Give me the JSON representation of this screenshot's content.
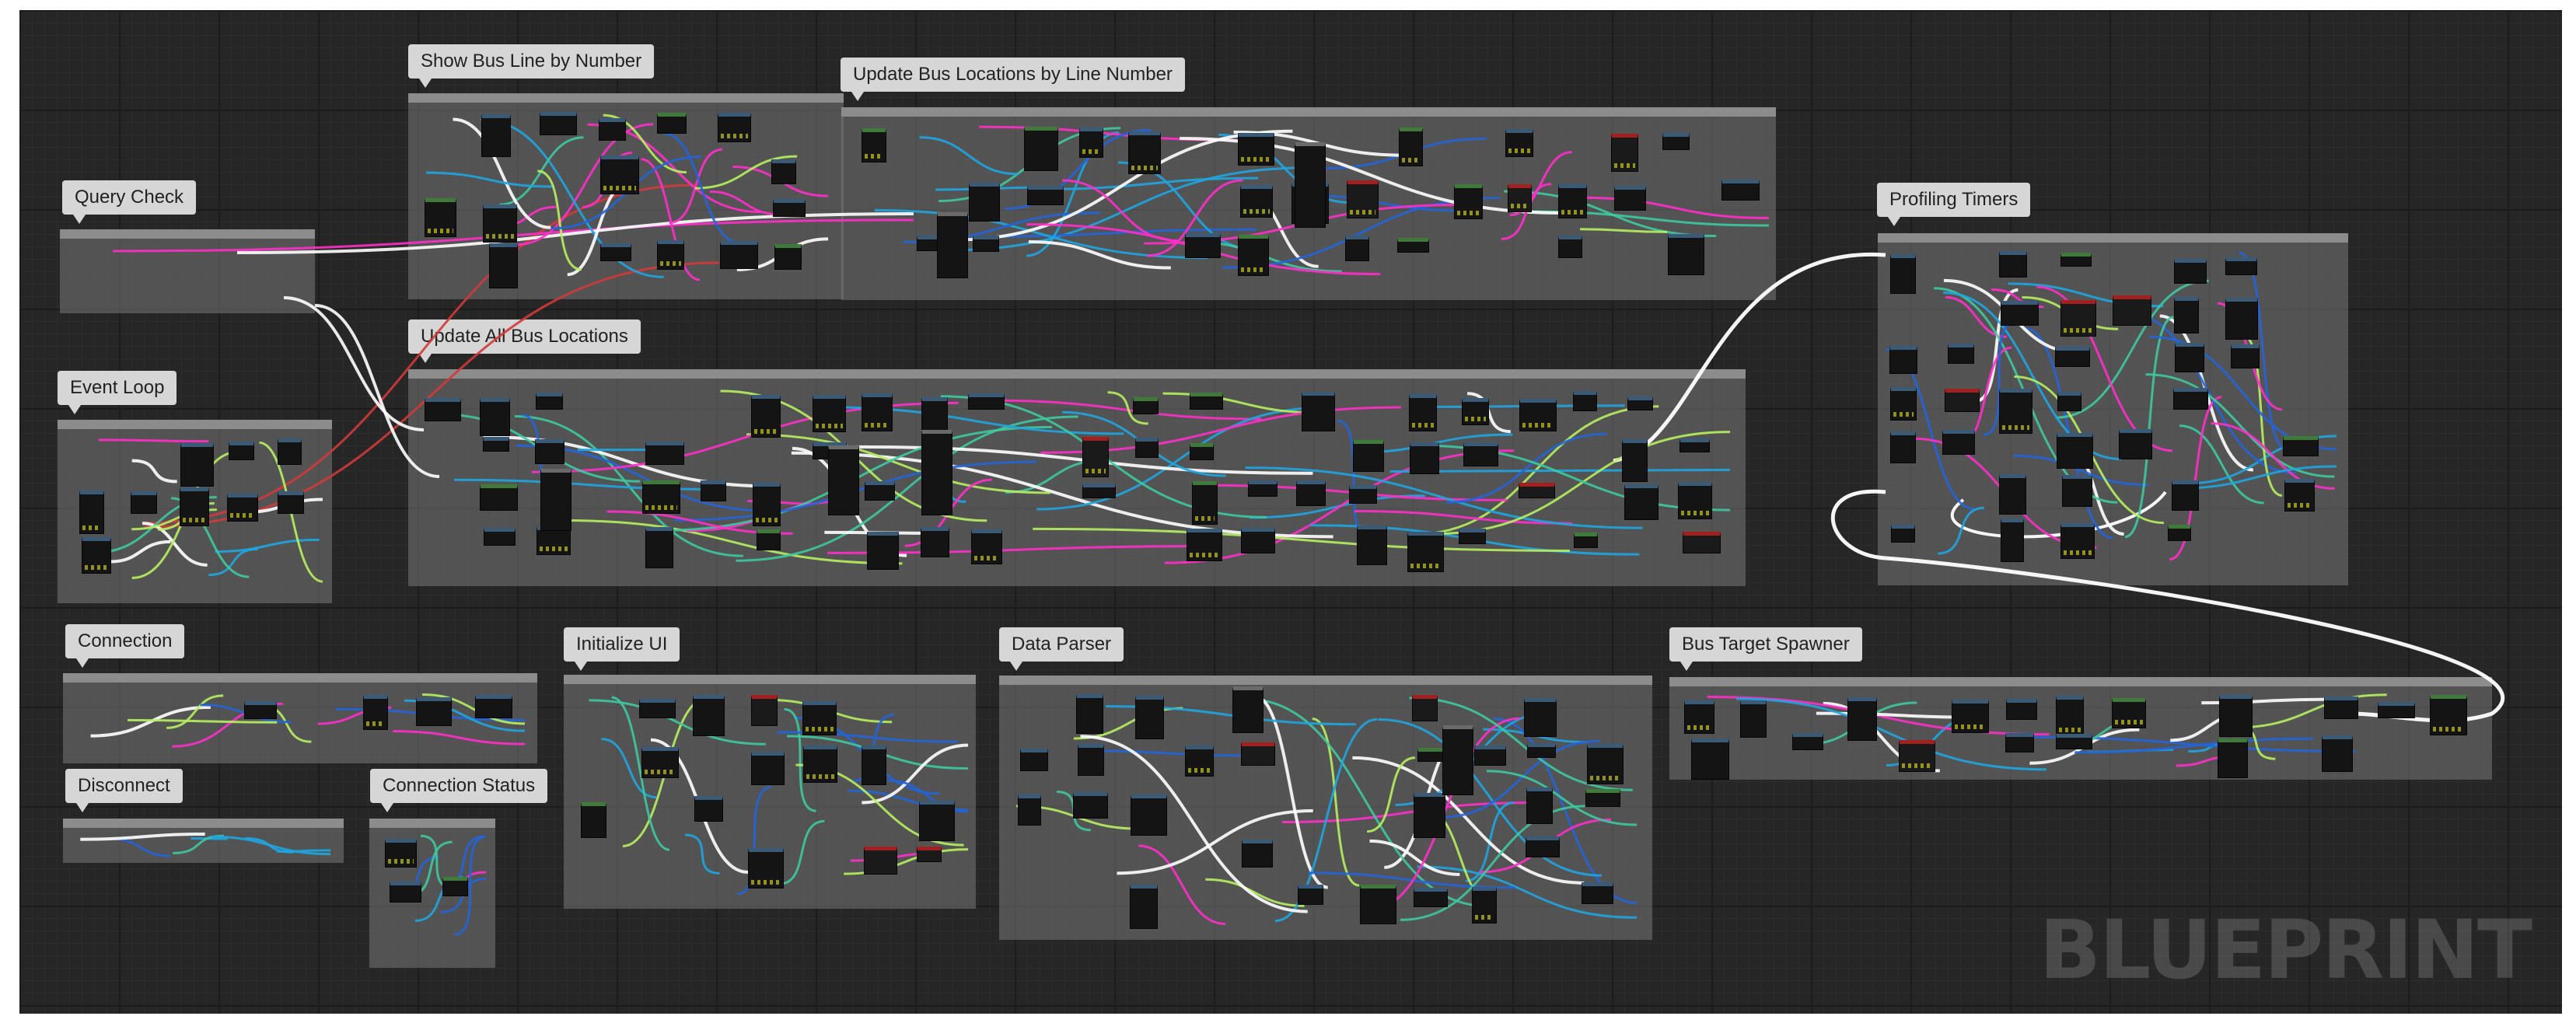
{
  "graph": {
    "watermark": "BLUEPRINT",
    "colors": {
      "background": "#262626",
      "comment_box": "#787878",
      "exec_wire": "#ffffff",
      "object_wire": "#1fa5e0",
      "vector_wire": "#b7f061",
      "string_wire": "#ff2fc9",
      "float_wire": "#3ec9a0",
      "event_wire": "#d23a3a",
      "integer_wire": "#e8b84a",
      "struct_wire": "#2364d8"
    }
  },
  "comments": [
    {
      "id": "query-check",
      "label": "Query Check"
    },
    {
      "id": "show-bus-line",
      "label": "Show Bus Line by Number"
    },
    {
      "id": "update-bus-locations-line",
      "label": "Update Bus Locations by Line Number"
    },
    {
      "id": "profiling-timers",
      "label": "Profiling Timers"
    },
    {
      "id": "event-loop",
      "label": "Event Loop"
    },
    {
      "id": "update-all-bus",
      "label": "Update All Bus Locations"
    },
    {
      "id": "connection",
      "label": "Connection"
    },
    {
      "id": "initialize-ui",
      "label": "Initialize UI"
    },
    {
      "id": "data-parser",
      "label": "Data Parser"
    },
    {
      "id": "bus-target-spawner",
      "label": "Bus Target Spawner"
    },
    {
      "id": "disconnect",
      "label": "Disconnect"
    },
    {
      "id": "connection-status",
      "label": "Connection Status"
    }
  ]
}
